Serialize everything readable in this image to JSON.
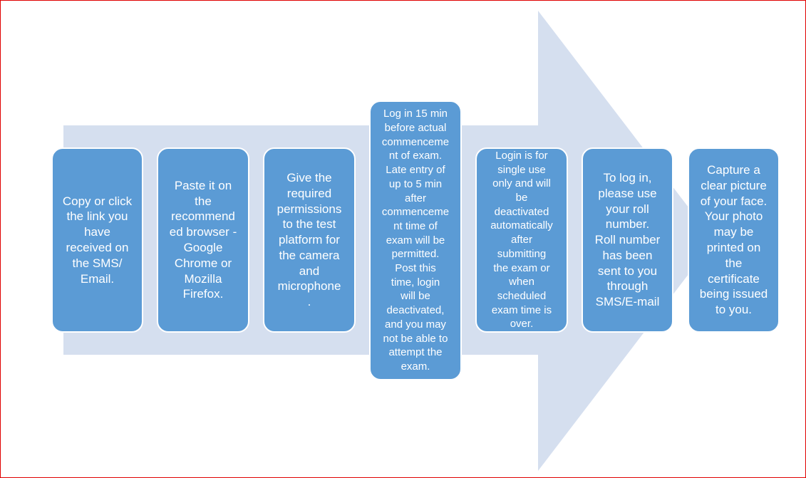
{
  "colors": {
    "box": "#5b9bd5",
    "arrow": "#d5dfef",
    "frame": "#e00000"
  },
  "steps": [
    {
      "text": "Copy or click\nthe link you\nhave\nreceived on\nthe SMS/\nEmail."
    },
    {
      "text": "Paste it on\nthe\nrecommend\ned browser -\nGoogle\nChrome or\nMozilla\nFirefox."
    },
    {
      "text": "Give the\nrequired\npermissions\nto the test\nplatform for\nthe camera\nand\nmicrophone\n."
    },
    {
      "text": "Log in 15 min\nbefore actual\ncommenceme\nnt of exam.\nLate entry of\nup to 5 min\nafter\ncommenceme\nnt time of\nexam will be\npermitted.\nPost this\ntime, login\nwill be\ndeactivated,\nand you may\nnot be able to\nattempt the\nexam."
    },
    {
      "text": "Login is for\nsingle use\nonly and will\nbe\ndeactivated\nautomatically\nafter\nsubmitting\nthe exam or\nwhen\nscheduled\nexam time is\nover."
    },
    {
      "text": "To log in,\nplease use\nyour roll\nnumber.\nRoll number\nhas been\nsent to you\nthrough\nSMS/E-mail"
    },
    {
      "text": "Capture a\nclear picture\nof your face.\nYour photo\nmay be\nprinted on\nthe\ncertificate\nbeing issued\nto you."
    }
  ]
}
